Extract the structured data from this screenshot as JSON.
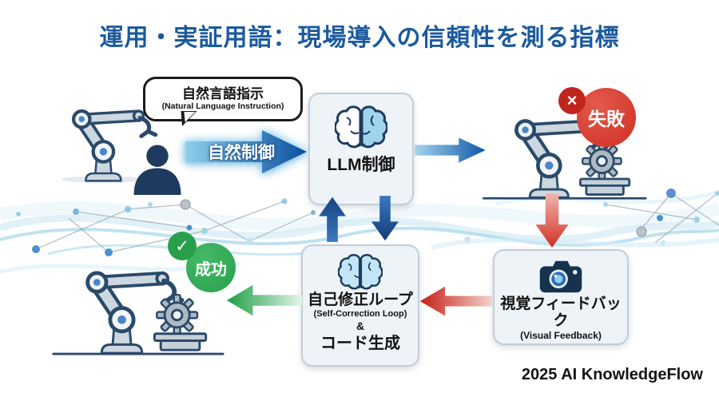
{
  "title": "運用・実証用語：現場導入の信頼性を測る指標",
  "speech_bubble": {
    "title": "自然言語指示",
    "subtitle": "(Natural Language Instruction)"
  },
  "natural_control_arrow": {
    "label": "自然制御"
  },
  "llm_box": {
    "label": "LLM制御"
  },
  "fail_badge": {
    "cross": "×",
    "label": "失敗"
  },
  "success_badge": {
    "check": "✓",
    "label": "成功"
  },
  "visual_feedback_box": {
    "title": "視覚フィードバック",
    "subtitle": "(Visual Feedback)"
  },
  "self_correction_box": {
    "title": "自己修正ループ",
    "subtitle": "(Self-Correction Loop)",
    "connector": "&",
    "second_line": "コード生成"
  },
  "footer": {
    "credit": "2025 AI KnowledgeFlow"
  },
  "colors": {
    "title-blue": "#1b5a9e",
    "arrow-blue-dark": "#0d57a7",
    "fail-red": "#d02f24",
    "fail-red-dark": "#c0251c",
    "success-green": "#28a04b",
    "box-bg": "#eef3f8",
    "box-border": "#c2cdd6",
    "outline-navy": "#2a4a6b",
    "text-black": "#111111"
  }
}
